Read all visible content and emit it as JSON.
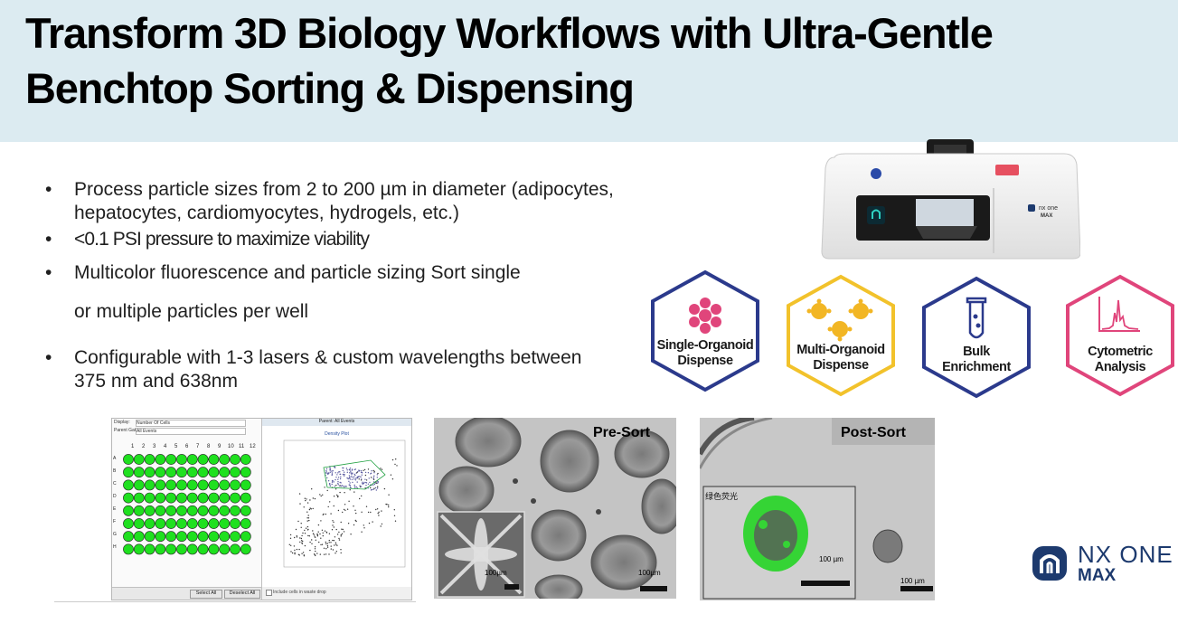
{
  "title": {
    "line1": "Transform 3D Biology Workflows with Ultra-Gentle",
    "line2": "Benchtop Sorting & Dispensing"
  },
  "bullets": [
    {
      "marker": "•",
      "text": "Process particle sizes from 2 to 200 µm in diameter (adipocytes, hepatocytes, cardiomyocytes, hydrogels, etc.)"
    },
    {
      "marker": "•",
      "text": "<0.1 PSI pressure to maximize viability"
    },
    {
      "marker": "•",
      "text": "Multicolor fluorescence and particle sizing Sort single"
    },
    {
      "marker": "",
      "text": "or multiple particles per well"
    },
    {
      "marker": "•",
      "text": "Configurable with 1-3 lasers & custom wavelengths between 375 nm and 638nm"
    }
  ],
  "device": {
    "brand_small": "nx one",
    "model_small": "MAX"
  },
  "applications": [
    {
      "line1": "Single-Organoid",
      "line2": "Dispense",
      "color": "#2b3a8c",
      "icon": "single-organoid-icon"
    },
    {
      "line1": "Multi-Organoid",
      "line2": "Dispense",
      "color": "#f2c22b",
      "icon": "multi-organoid-icon"
    },
    {
      "line1": "Bulk",
      "line2": "Enrichment",
      "color": "#2b3a8c",
      "icon": "test-tube-icon"
    },
    {
      "line1": "Cytometric",
      "line2": "Analysis",
      "color": "#e0457b",
      "icon": "histogram-icon"
    }
  ],
  "software": {
    "display_label": "Display:",
    "display_value": "Number Of Cells",
    "parent_gate_label": "Parent Gate:",
    "parent_gate_value": "All Events",
    "columns": [
      "1",
      "2",
      "3",
      "4",
      "5",
      "6",
      "7",
      "8",
      "9",
      "10",
      "11",
      "12"
    ],
    "rows": [
      "A",
      "B",
      "C",
      "D",
      "E",
      "F",
      "G",
      "H"
    ],
    "plot_parent": "Parent: All Events",
    "plot_title": "Density Plot",
    "select_all": "Select All",
    "deselect_all": "Deselect All",
    "checkbox_label": "Include cells in waste drop",
    "well_color": "#1fe01f"
  },
  "pre_sort": {
    "label": "Pre-Sort",
    "inset_scale": "100µm",
    "scale": "100µm"
  },
  "post_sort": {
    "label": "Post-Sort",
    "inset_caption": "绿色荧光",
    "inset_scale": "100 µm",
    "scale": "100 µm"
  },
  "logo": {
    "brand": "NX ONE",
    "model": "MAX",
    "color": "#1d3a6e"
  }
}
